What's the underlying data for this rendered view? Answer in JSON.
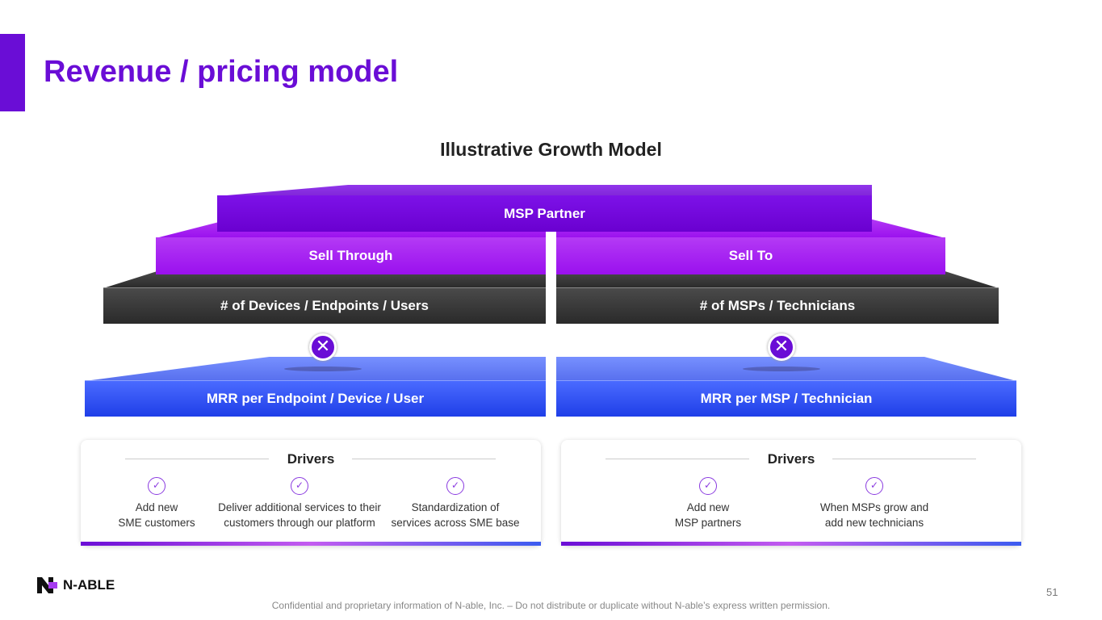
{
  "title": "Revenue / pricing model",
  "subtitle": "Illustrative Growth Model",
  "layers": {
    "top": "MSP Partner",
    "sell_through": "Sell Through",
    "sell_to": "Sell To",
    "devices": "# of Devices / Endpoints / Users",
    "msps": "# of MSPs / Technicians",
    "mrr_endpoint": "MRR per Endpoint / Device / User",
    "mrr_msp": "MRR per MSP / Technician"
  },
  "multiply_symbol": "✕",
  "drivers_left": {
    "heading": "Drivers",
    "items": [
      {
        "l1": "Add new",
        "l2": "SME customers"
      },
      {
        "l1": "Deliver additional services to their",
        "l2": "customers through our platform"
      },
      {
        "l1": "Standardization of",
        "l2": "services across SME base"
      }
    ]
  },
  "drivers_right": {
    "heading": "Drivers",
    "items": [
      {
        "l1": "Add new",
        "l2": "MSP partners"
      },
      {
        "l1": "When MSPs grow and",
        "l2": "add new technicians"
      }
    ]
  },
  "check_symbol": "✓",
  "logo": "N-ABLE",
  "page_number": "51",
  "footer": "Confidential and proprietary information of N-able, Inc. – Do not distribute or duplicate without N-able’s express written permission."
}
